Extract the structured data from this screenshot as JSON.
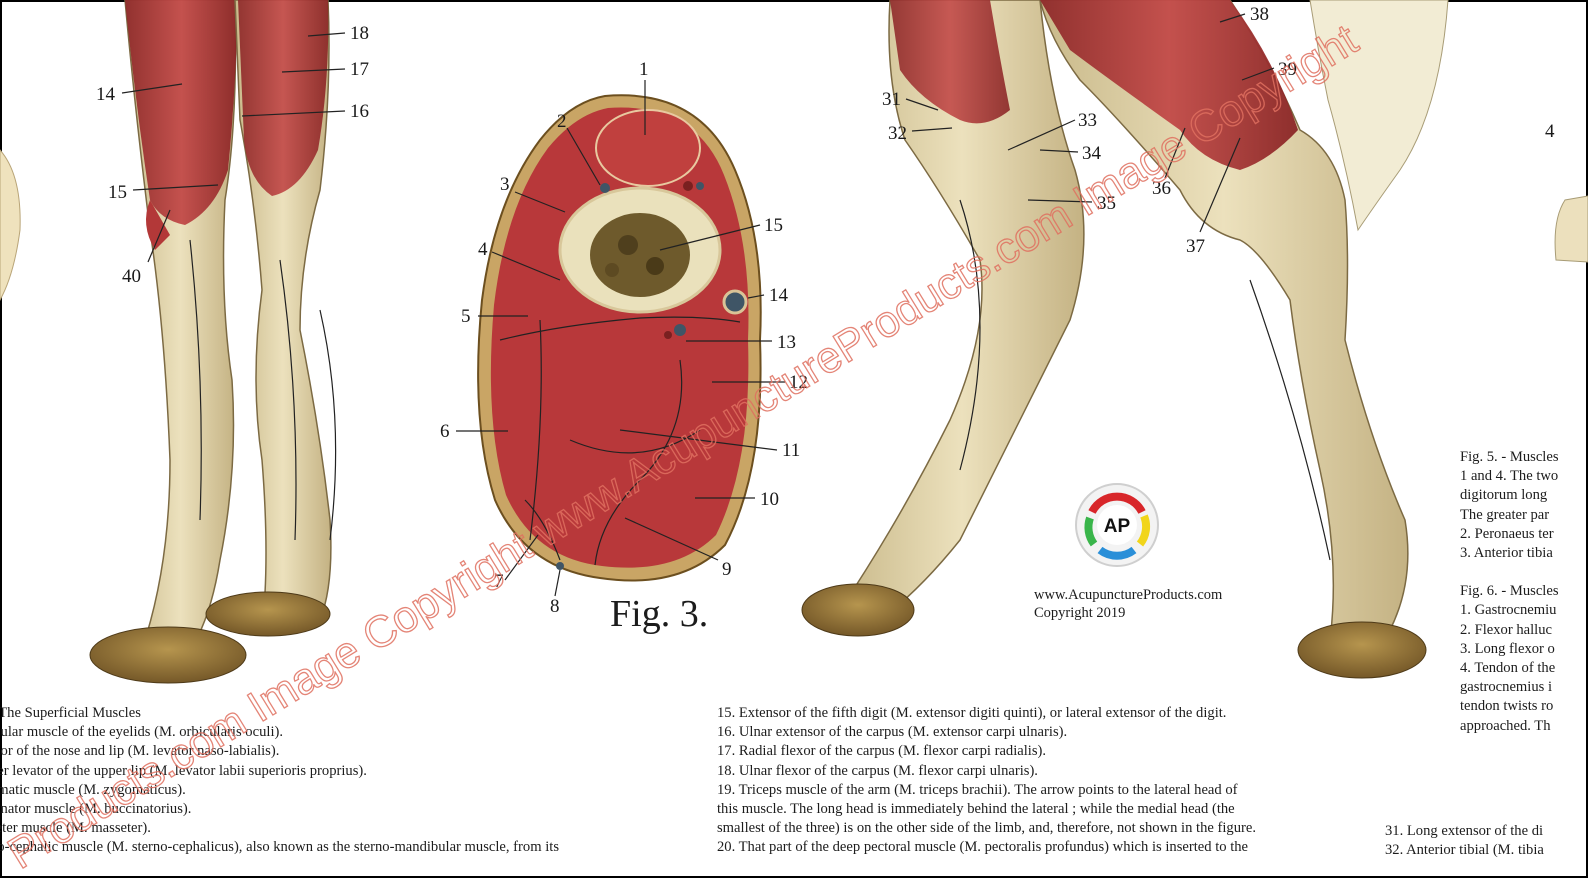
{
  "figure_title": "Fig. 3.",
  "credit": {
    "url": "www.AcupunctureProducts.com",
    "copyright": "Copyright 2019"
  },
  "watermark": "Products.com Image Copyright www.AcupunctureProducts.com Image Copyright",
  "logo_text": "AP",
  "labels": {
    "l1": "1",
    "l2": "2",
    "l3": "3",
    "l4": "4",
    "l5": "5",
    "l6": "6",
    "l7": "7",
    "l8": "8",
    "l9": "9",
    "l10": "10",
    "l11": "11",
    "l12": "12",
    "l13": "13",
    "l14": "14",
    "l15": "15",
    "left14": "14",
    "left15": "15",
    "left16": "16",
    "left17": "17",
    "left18": "18",
    "left40": "40",
    "r31": "31",
    "r32": "32",
    "r33": "33",
    "r34": "34",
    "r35": "35",
    "r36": "36",
    "r37": "37",
    "r38": "38",
    "r39": "39",
    "r4": "4"
  },
  "legend_left": [
    "- The Superficial Muscles",
    "icular muscle of the eyelids (M. orbicularis oculi).",
    "ator of the nose and lip (M. levator naso-labialis).",
    "per levator of the upper lip (M. levator labii superioris proprius).",
    "omatic muscle (M. zygomaticus).",
    "cinator muscle (M. buccinatorius).",
    "seter muscle (M. masseter).",
    "no-cephalic muscle (M. sterno-cephalicus), also known as the sterno-mandibular muscle, from its"
  ],
  "legend_mid": [
    "15. Extensor of the fifth digit (M. extensor digiti quinti), or lateral extensor of the digit.",
    "16. Ulnar extensor of the carpus (M. extensor carpi ulnaris).",
    "17. Radial flexor of the carpus (M. flexor carpi radialis).",
    "18. Ulnar flexor of the carpus (M. flexor carpi ulnaris).",
    "19. Triceps muscle of the arm (M. triceps brachii). The arrow points to the lateral head of",
    "this muscle. The long head is immediately behind the lateral ; while the medial head (the",
    "smallest of the three) is on the other side of the limb, and, therefore, not shown in the figure.",
    "20. That part of the deep pectoral muscle (M. pectoralis profundus) which is inserted to the"
  ],
  "legend_right": [
    "Fig. 5. - Muscles",
    "1 and 4. The two",
    "digitorum long",
    "The greater par",
    "2. Peronaeus ter",
    "3. Anterior tibia",
    "",
    "Fig. 6. - Muscles",
    "1. Gastrocnemiu",
    "2. Flexor halluc",
    "3. Long flexor o",
    "4. Tendon of the",
    "gastrocnemius i",
    "tendon twists ro",
    "approached. Th"
  ],
  "legend_br": [
    "31. Long extensor of the di",
    "32. Anterior tibial (M. tibia"
  ]
}
